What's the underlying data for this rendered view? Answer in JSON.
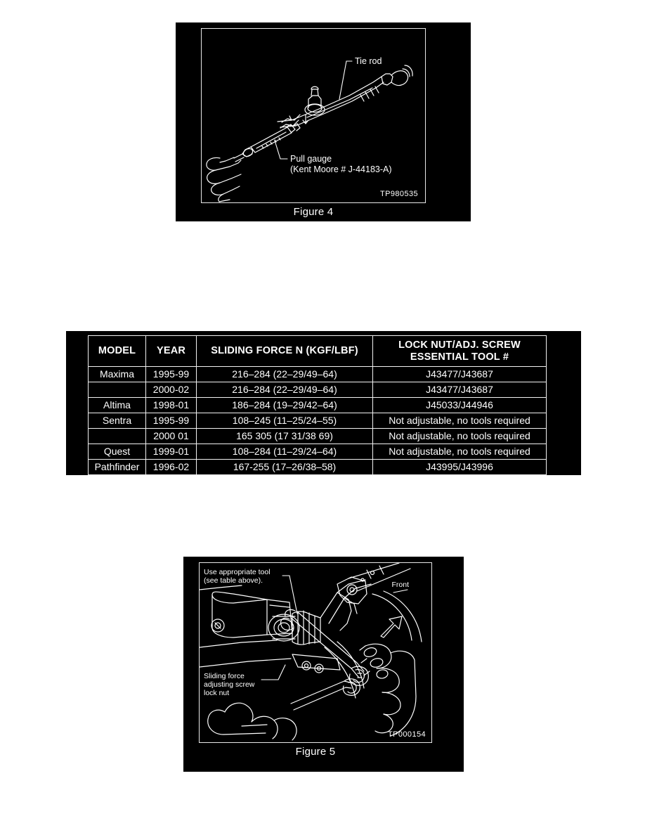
{
  "page": {
    "background": "#ffffff",
    "panel_color": "#000000",
    "line_color": "#ffffff"
  },
  "figure4": {
    "caption": "Figure 4",
    "code": "TP980535",
    "labels": [
      {
        "name": "tie-rod-label",
        "text": "Tie rod"
      },
      {
        "name": "pull-gauge-label",
        "text": "Pull gauge\n(Kent Moore # J-44183-A)"
      }
    ],
    "alt": "Line drawing of a hand pulling a spring pull gauge attached to a tie rod assembly"
  },
  "figure5": {
    "caption": "Figure 5",
    "code": "TP000154",
    "labels": [
      {
        "name": "use-appropriate-tool-label",
        "text": "Use appropriate tool\n(see table above)."
      },
      {
        "name": "sliding-force-label",
        "text": "Sliding force\nadjusting screw\nlock nut"
      },
      {
        "name": "front-direction-label",
        "text": "Front"
      }
    ],
    "alt": "Line drawing of a wrench on the sliding force adjusting screw lock nut of a steering gear, with a Front direction arrow"
  },
  "table": {
    "headers": [
      "MODEL",
      "YEAR",
      "SLIDING FORCE  N (KGF/LBF)",
      "LOCK NUT/ADJ. SCREW ESSENTIAL TOOL #"
    ],
    "header_tool_line1": "LOCK NUT/ADJ. SCREW",
    "header_tool_line2": "ESSENTIAL TOOL #",
    "rows": [
      {
        "model": "Maxima",
        "year": "1995-99",
        "force": "216–284 (22–29/49–64)",
        "tool": "J43477/J43687"
      },
      {
        "model": "",
        "year": "2000-02",
        "force": "216–284 (22–29/49–64)",
        "tool": "J43477/J43687"
      },
      {
        "model": "Altima",
        "year": "1998-01",
        "force": "186–284 (19–29/42–64)",
        "tool": "J45033/J44946"
      },
      {
        "model": "Sentra",
        "year": "1995-99",
        "force": "108–245 (11–25/24–55)",
        "tool": "Not adjustable, no tools required"
      },
      {
        "model": "",
        "year": "2000 01",
        "force": "165  305 (17  31/38  69)",
        "tool": "Not adjustable, no tools required"
      },
      {
        "model": "Quest",
        "year": "1999-01",
        "force": "108–284 (11–29/24–64)",
        "tool": "Not adjustable, no tools required"
      },
      {
        "model": "Pathfinder",
        "year": "1996-02",
        "force": "167-255 (17–26/38–58)",
        "tool": "J43995/J43996"
      }
    ]
  }
}
